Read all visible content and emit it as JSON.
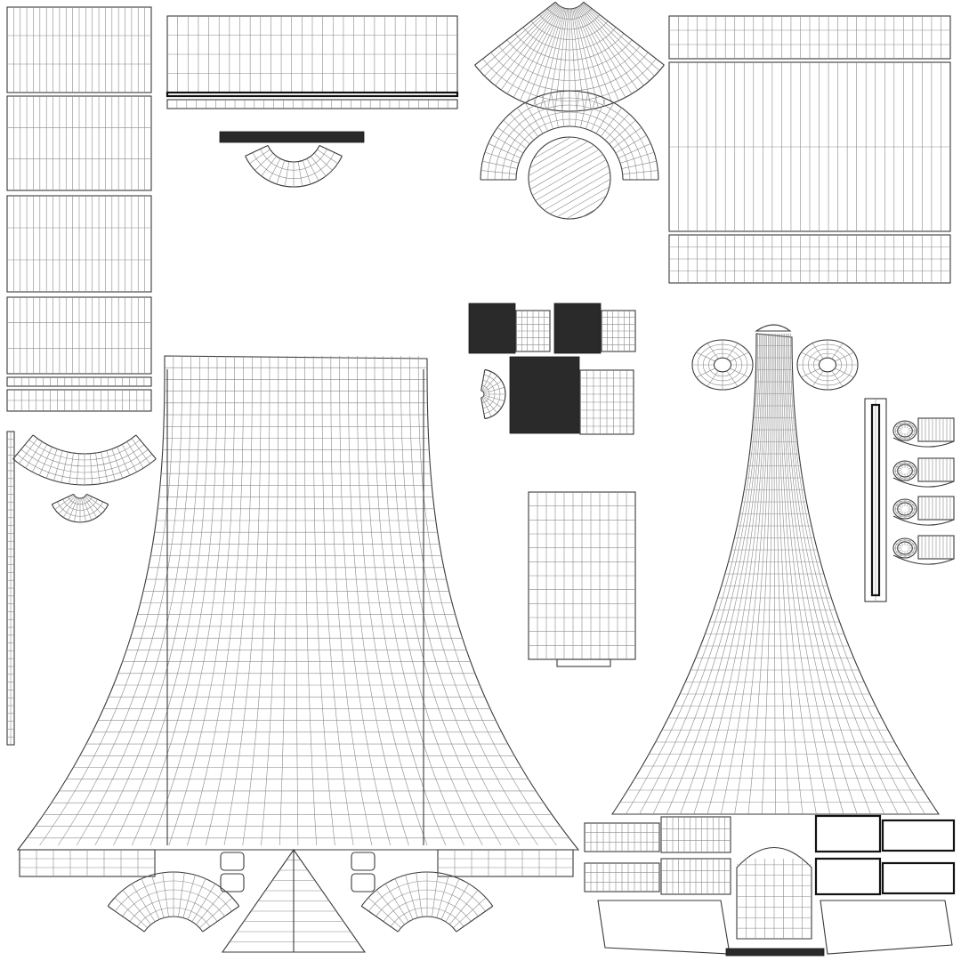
{
  "sheet": {
    "background": "#ffffff",
    "wire_color": "#3a3a3a",
    "grid_color": "#8a8a8a",
    "dense_color": "#2a2a2a"
  },
  "islands": {
    "left_strips": 4,
    "top_center_panel": 1,
    "fuselage_left": 1,
    "fuselage_right": 1,
    "fans": 3,
    "arches": 3,
    "circular_patch": 1,
    "dense_patches": 3,
    "right_top_panel": 1,
    "center_small_panel": 1,
    "rings": 2,
    "connector_set": 4,
    "wing_segments": 8,
    "canopy": 1,
    "small_blocks": 4
  }
}
